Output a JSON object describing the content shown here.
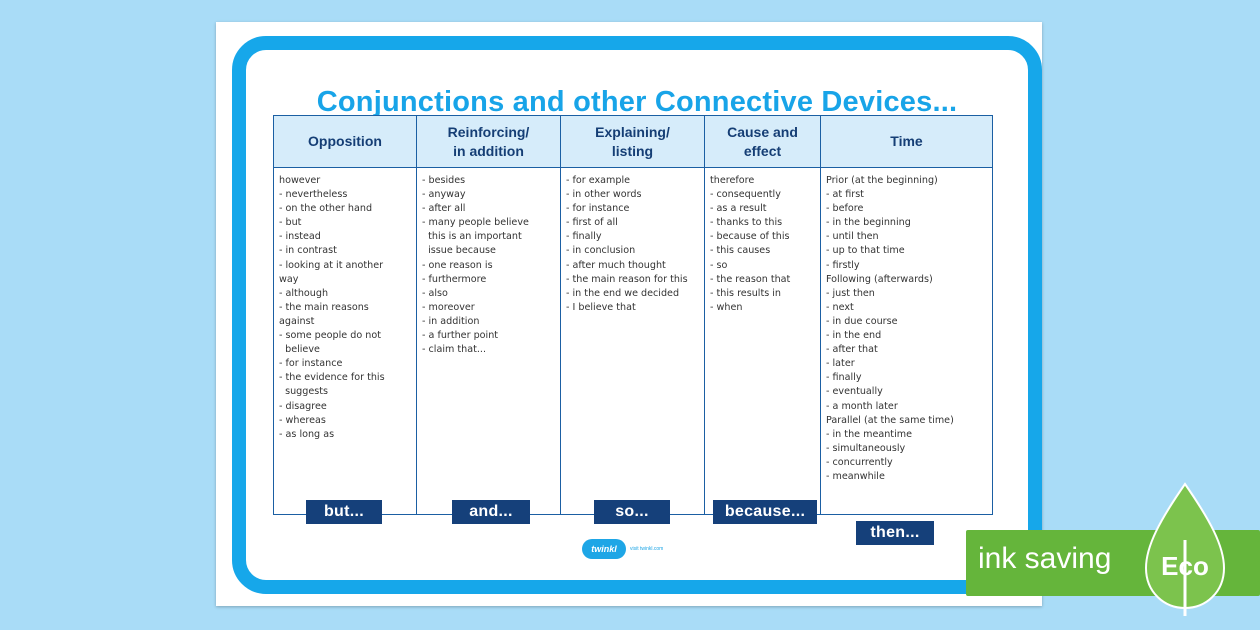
{
  "title": "Conjunctions and other Connective Devices...",
  "columns": [
    {
      "header": "Opposition",
      "items": [
        "however",
        "- nevertheless",
        "- on the other hand",
        "- but",
        "- instead",
        "- in contrast",
        "- looking at it another",
        "way",
        "- although",
        "- the main reasons",
        "against",
        "- some people do not",
        "  believe",
        "- for instance",
        "- the evidence for this",
        "  suggests",
        "- disagree",
        "- whereas",
        "- as long as"
      ],
      "tag": "but..."
    },
    {
      "header": "Reinforcing/\nin addition",
      "items": [
        "- besides",
        "- anyway",
        "- after all",
        "- many people believe",
        "  this is an important",
        "  issue because",
        "- one reason is",
        "- furthermore",
        "- also",
        "- moreover",
        "- in addition",
        "- a further point",
        "- claim that..."
      ],
      "tag": "and..."
    },
    {
      "header": "Explaining/\nlisting",
      "items": [
        "- for example",
        "- in other words",
        "- for instance",
        "- first of all",
        "- finally",
        "- in conclusion",
        "- after much thought",
        "- the main reason for this",
        "- in the end we decided",
        "- I believe that"
      ],
      "tag": "so..."
    },
    {
      "header": "Cause and\neffect",
      "items": [
        "therefore",
        "- consequently",
        "- as a result",
        "- thanks to this",
        "- because of this",
        "- this causes",
        "- so",
        "- the reason that",
        "- this results in",
        "- when"
      ],
      "tag": "because..."
    },
    {
      "header": "Time",
      "items": [
        "Prior (at the beginning)",
        "- at first",
        "- before",
        "- in the beginning",
        "- until then",
        "- up to that time",
        "- firstly",
        "",
        "Following (afterwards)",
        "- just then",
        "- next",
        "- in due course",
        "- in the end",
        "- after that",
        "- later",
        "- finally",
        "- eventually",
        "- a month later",
        "",
        "Parallel (at the same time)",
        "- in the meantime",
        "- simultaneously",
        "- concurrently",
        "- meanwhile"
      ],
      "tag": "then..."
    }
  ],
  "logo": {
    "name": "twinkl",
    "url": "visit twinkl.com"
  },
  "badge": {
    "text": "ink saving",
    "label": "Eco"
  },
  "colors": {
    "accent": "#16a7ea",
    "header_bg": "#d6ecfa",
    "tag_bg": "#15407a",
    "eco_green": "#65b53b"
  }
}
